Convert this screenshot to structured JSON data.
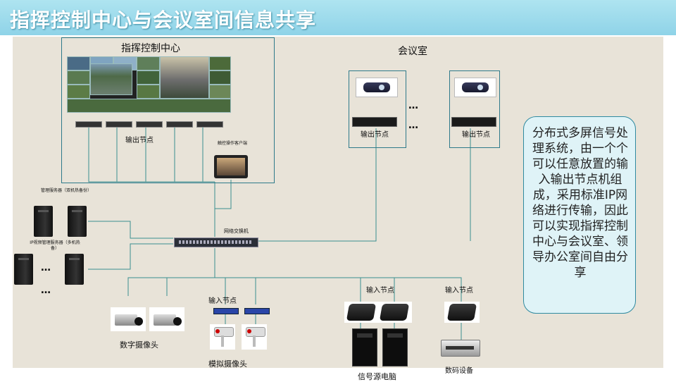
{
  "title": "指挥控制中心与会议室间信息共享",
  "labels": {
    "command_center": "指挥控制中心",
    "conference_room": "会议室",
    "output_node_center": "输出节点",
    "output_node_room1": "输出节点",
    "output_node_room2": "输出节点",
    "control_client": "触控操作客户端",
    "mgmt_server": "管理服务器（双机热备份）",
    "ip_video_server": "IP视频管理服务器（多机热备）",
    "network_switch": "网络交换机",
    "input_node_analog": "输入节点",
    "input_node_pc": "输入节点",
    "input_node_digital": "输入节点",
    "digital_camera": "数字摄像头",
    "analog_camera": "模拟摄像头",
    "signal_pc": "信号源电脑",
    "digital_device": "数码设备",
    "ellipsis": "…",
    "ellipsis_room": "…",
    "ellipsis_room2": "…",
    "ellipsis_server": "…"
  },
  "description": "分布式多屏信号处理系统，由一个个可以任意放置的输入输出节点机组成，采用标准IP网络进行传输，因此可以实现指挥控制中心与会议室、领导办公室间自由分享",
  "colors": {
    "accent": "#2f8aa0",
    "title_bg": "#9bdaeb",
    "canvas": "#e8e3d8",
    "line": "#3a8f8f"
  }
}
